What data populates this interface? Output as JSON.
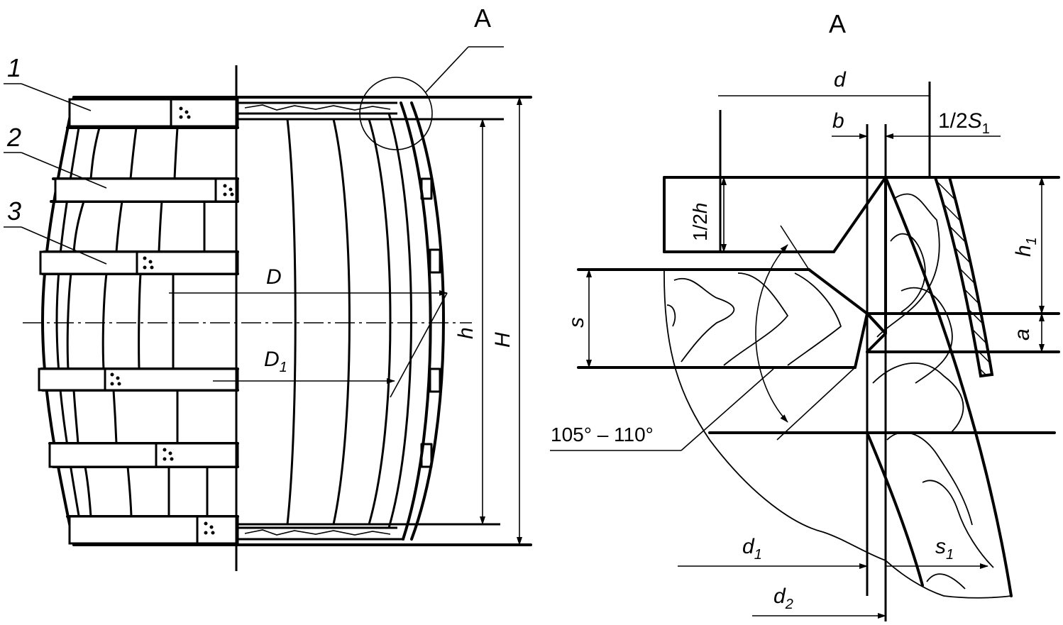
{
  "left_view": {
    "detail_callout": "A",
    "position_labels": [
      "1",
      "2",
      "3"
    ],
    "dimensions": {
      "D": "D",
      "D1_main": "D",
      "D1_sub": "1",
      "h": "h",
      "H": "H"
    }
  },
  "detail_view": {
    "title": "A",
    "dimensions": {
      "d": "d",
      "b": "b",
      "half_S1_prefix": "1/2",
      "half_S1_main": "S",
      "half_S1_sub": "1",
      "half_h_prefix": "1/2",
      "half_h_main": "h",
      "h1_main": "h",
      "h1_sub": "1",
      "s": "s",
      "a": "a",
      "angle": "105° – 110°",
      "d1_main": "d",
      "d1_sub": "1",
      "d2_main": "d",
      "d2_sub": "2",
      "s1_main": "s",
      "s1_sub": "1"
    }
  }
}
